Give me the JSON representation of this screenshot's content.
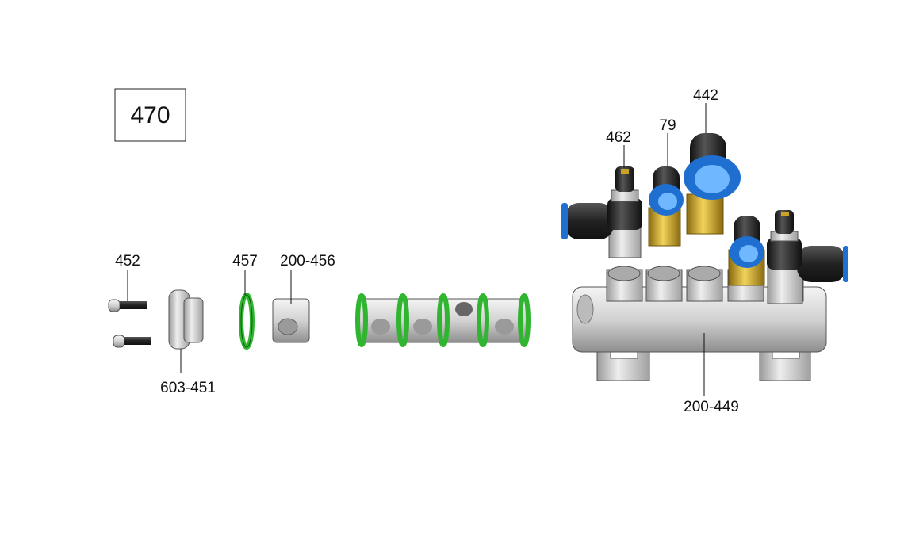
{
  "assembly_number": "470",
  "callouts": {
    "screw": "452",
    "oring": "457",
    "sleeve": "200-456",
    "end_cap": "603-451",
    "flow_control": "462",
    "small_fitting": "79",
    "large_fitting": "442",
    "manifold": "200-449"
  },
  "colors": {
    "oring_green": "#2fb52f",
    "fitting_blue": "#1f6fd0",
    "brass": "#c9a227",
    "steel": "#c8c8c8"
  }
}
